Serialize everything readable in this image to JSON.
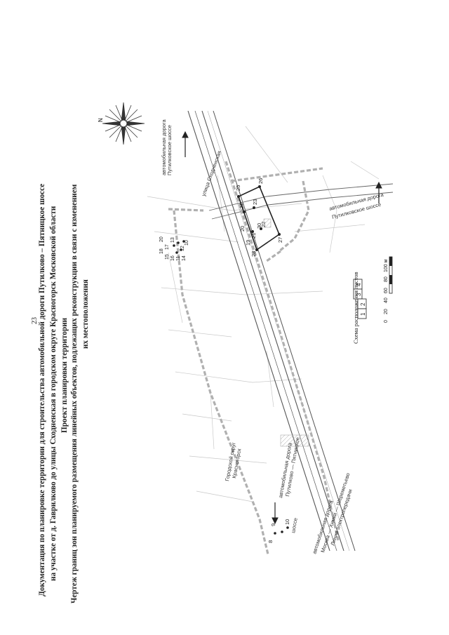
{
  "page_number": "23",
  "title": {
    "line1": "Документация по планировке территории для строительства автомобильной дороги Путилково – Пятницкое шоссе",
    "line2": "на участке от д. Гаврилково до улицы Сходненская в городском округе Красногорск Московской области",
    "line3": "Проект планировки территории",
    "line4": "Чертеж границ зон планируемого размещения линейных объектов, подлежащих реконструкции в связи с изменением",
    "line5": "их местоположения"
  },
  "compass": {
    "north_label": "N"
  },
  "map_labels": {
    "road_top_1": "автомобильная дорога",
    "road_top_2": "Путилковское шоссе",
    "street": "улица Сходненская",
    "road_right_1": "автомобильная дорога",
    "road_right_2": "Путилковское шоссе",
    "district_1": "Городской округ",
    "district_2": "Красногорск",
    "road_left_1": "автомобильная дорога",
    "road_left_2": "Путилково — Пятницкое",
    "road_left_3": "шоссе",
    "bottom_road_1": "автомобильная дорога",
    "bottom_road_2": "Москва — Химки — Шереметьево",
    "bottom_line": "Линия электропередачи"
  },
  "points_right": [
    "25",
    "26",
    "24",
    "23",
    "22",
    "21",
    "20",
    "19",
    "30",
    "28",
    "27"
  ],
  "points_cluster": [
    "18",
    "20",
    "15",
    "17",
    "16",
    "13",
    "11",
    "12",
    "14",
    "10"
  ],
  "points_left": [
    "8",
    "9",
    "10"
  ],
  "sheet_scheme": {
    "title": "Схема расположения листов",
    "cells": [
      "1",
      "2",
      "3",
      "4"
    ]
  },
  "scale_bar": {
    "ticks": [
      "0",
      "20",
      "40",
      "60",
      "80",
      "100 м"
    ]
  },
  "colors": {
    "boundary": "#b0b0b0",
    "ink": "#222222",
    "road": "#555555"
  }
}
